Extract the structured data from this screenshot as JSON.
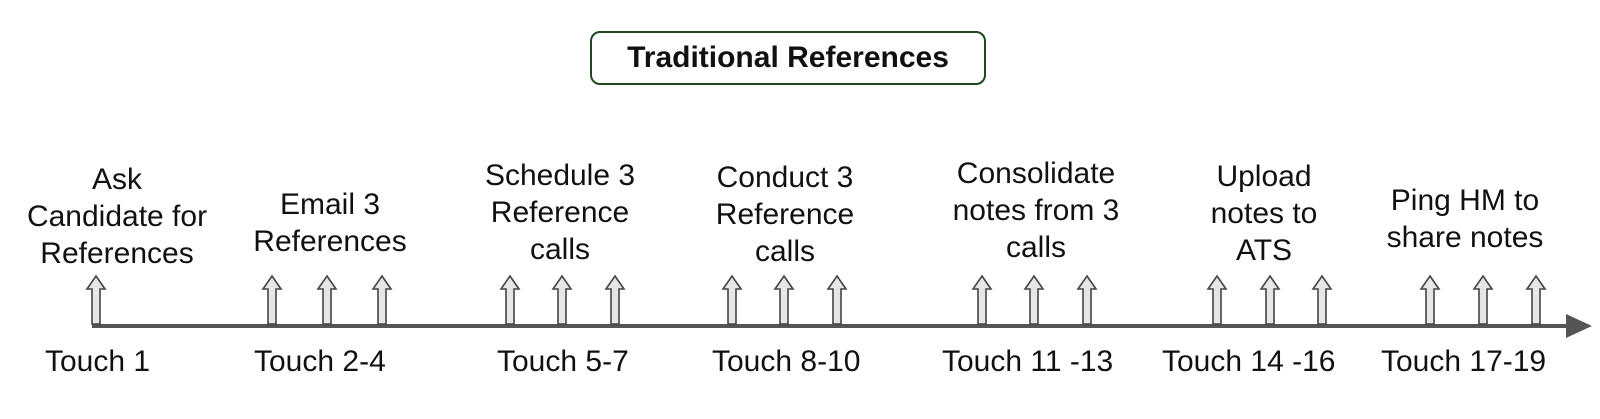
{
  "title": "Traditional References",
  "steps": [
    {
      "label": "Ask\nCandidate for\nReferences",
      "touch": "Touch 1",
      "arrows": 1
    },
    {
      "label": "Email 3\nReferences",
      "touch": "Touch 2-4",
      "arrows": 3
    },
    {
      "label": "Schedule 3\nReference\ncalls",
      "touch": "Touch 5-7",
      "arrows": 3
    },
    {
      "label": "Conduct 3\nReference\ncalls",
      "touch": "Touch 8-10",
      "arrows": 3
    },
    {
      "label": "Consolidate\nnotes from 3\ncalls",
      "touch": "Touch 11 -13",
      "arrows": 3
    },
    {
      "label": "Upload\nnotes to\nATS",
      "touch": "Touch 14 -16",
      "arrows": 3
    },
    {
      "label": "Ping HM to\nshare notes",
      "touch": "Touch 17-19",
      "arrows": 3
    }
  ],
  "colors": {
    "timeline": "#555555",
    "arrow_fill": "#e6e6e6",
    "arrow_stroke": "#444444",
    "title_border": "#1f4a1f"
  }
}
